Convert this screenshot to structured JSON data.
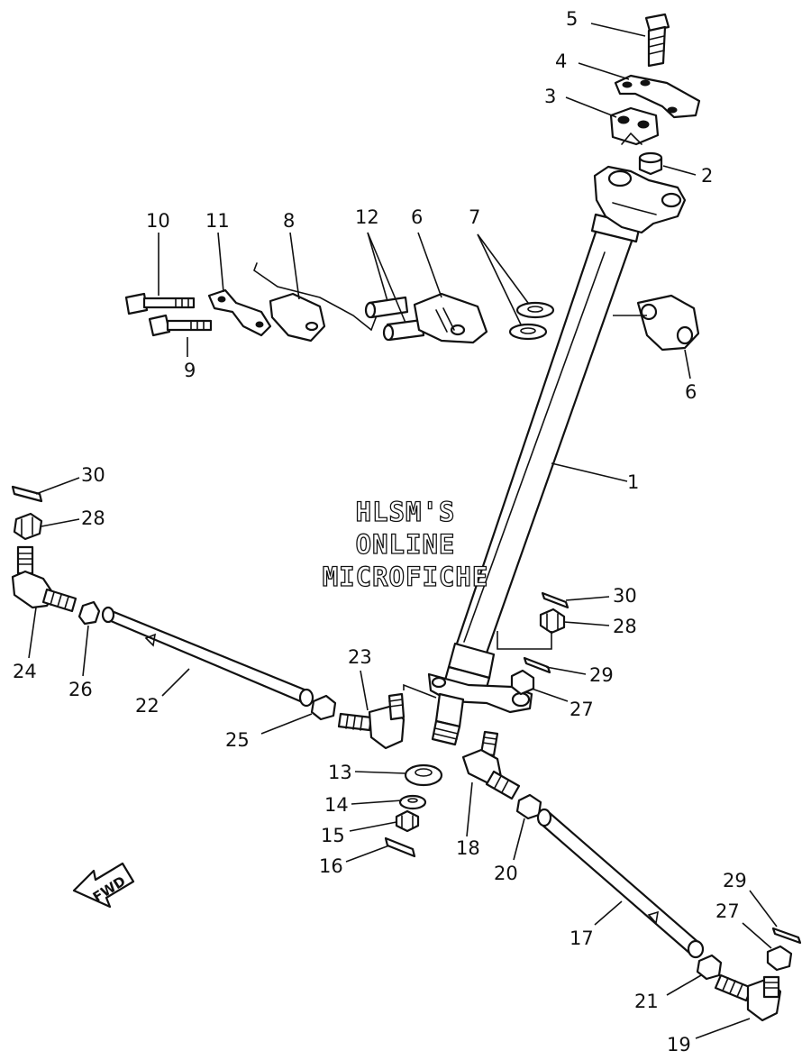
{
  "watermark": {
    "line1": "HLSM'S",
    "line2": "ONLINE",
    "line3": "MICROFICHE"
  },
  "direction_arrow": {
    "label": "FWD",
    "icon": "forward-arrow-icon"
  },
  "callouts": [
    {
      "id": "c5",
      "number": "5"
    },
    {
      "id": "c4",
      "number": "4"
    },
    {
      "id": "c3",
      "number": "3"
    },
    {
      "id": "c2",
      "number": "2"
    },
    {
      "id": "c10",
      "number": "10"
    },
    {
      "id": "c11",
      "number": "11"
    },
    {
      "id": "c8",
      "number": "8"
    },
    {
      "id": "c12",
      "number": "12"
    },
    {
      "id": "c6a",
      "number": "6"
    },
    {
      "id": "c7",
      "number": "7"
    },
    {
      "id": "c9",
      "number": "9"
    },
    {
      "id": "c6b",
      "number": "6"
    },
    {
      "id": "c1",
      "number": "1"
    },
    {
      "id": "c30a",
      "number": "30"
    },
    {
      "id": "c28a",
      "number": "28"
    },
    {
      "id": "c30b",
      "number": "30"
    },
    {
      "id": "c28b",
      "number": "28"
    },
    {
      "id": "c29a",
      "number": "29"
    },
    {
      "id": "c27a",
      "number": "27"
    },
    {
      "id": "c23",
      "number": "23"
    },
    {
      "id": "c24",
      "number": "24"
    },
    {
      "id": "c26",
      "number": "26"
    },
    {
      "id": "c22",
      "number": "22"
    },
    {
      "id": "c25",
      "number": "25"
    },
    {
      "id": "c13",
      "number": "13"
    },
    {
      "id": "c14",
      "number": "14"
    },
    {
      "id": "c15",
      "number": "15"
    },
    {
      "id": "c16",
      "number": "16"
    },
    {
      "id": "c18",
      "number": "18"
    },
    {
      "id": "c20",
      "number": "20"
    },
    {
      "id": "c17",
      "number": "17"
    },
    {
      "id": "c29b",
      "number": "29"
    },
    {
      "id": "c27b",
      "number": "27"
    },
    {
      "id": "c21",
      "number": "21"
    },
    {
      "id": "c19",
      "number": "19"
    }
  ]
}
